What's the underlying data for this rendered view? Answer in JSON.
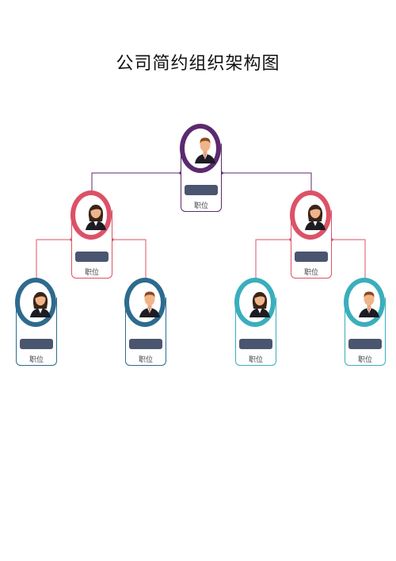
{
  "title": "公司简约组织架构图",
  "colors": {
    "level1": "#5b2a6e",
    "level2": "#dc5267",
    "level3_left": "#2d6b8f",
    "level3_right": "#3aaebd",
    "name_bar": "#4a5570"
  },
  "nodes": [
    {
      "id": "root",
      "position_label": "职位",
      "avatar": "male-person-icon",
      "color_key": "level1"
    },
    {
      "id": "left-manager",
      "position_label": "职位",
      "avatar": "female-person-icon",
      "color_key": "level2"
    },
    {
      "id": "right-manager",
      "position_label": "职位",
      "avatar": "female-person-icon",
      "color_key": "level2"
    },
    {
      "id": "left-staff-1",
      "position_label": "职位",
      "avatar": "female-person-icon",
      "color_key": "level3_left"
    },
    {
      "id": "left-staff-2",
      "position_label": "职位",
      "avatar": "male-person-icon",
      "color_key": "level3_left"
    },
    {
      "id": "right-staff-1",
      "position_label": "职位",
      "avatar": "female-person-icon",
      "color_key": "level3_right"
    },
    {
      "id": "right-staff-2",
      "position_label": "职位",
      "avatar": "male-person-icon",
      "color_key": "level3_right"
    }
  ],
  "links": [
    {
      "from": "root",
      "to": "left-manager"
    },
    {
      "from": "root",
      "to": "right-manager"
    },
    {
      "from": "left-manager",
      "to": "left-staff-1"
    },
    {
      "from": "left-manager",
      "to": "left-staff-2"
    },
    {
      "from": "right-manager",
      "to": "right-staff-1"
    },
    {
      "from": "right-manager",
      "to": "right-staff-2"
    }
  ]
}
